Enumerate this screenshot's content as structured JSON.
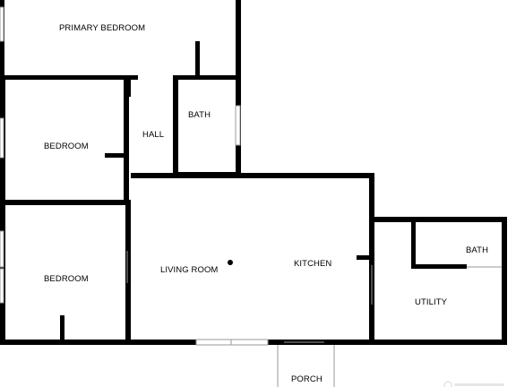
{
  "rooms": {
    "primary_bedroom": "PRIMARY BEDROOM",
    "bedroom_1": "BEDROOM",
    "hall": "HALL",
    "bath_1": "BATH",
    "bedroom_2": "BEDROOM",
    "living_room": "LIVING ROOM",
    "kitchen": "KITCHEN",
    "bath_2": "BATH",
    "utility": "UTILITY",
    "porch": "PORCH"
  },
  "colors": {
    "wall": "#000000",
    "background": "#ffffff",
    "window_stroke": "#9a9a9a"
  }
}
